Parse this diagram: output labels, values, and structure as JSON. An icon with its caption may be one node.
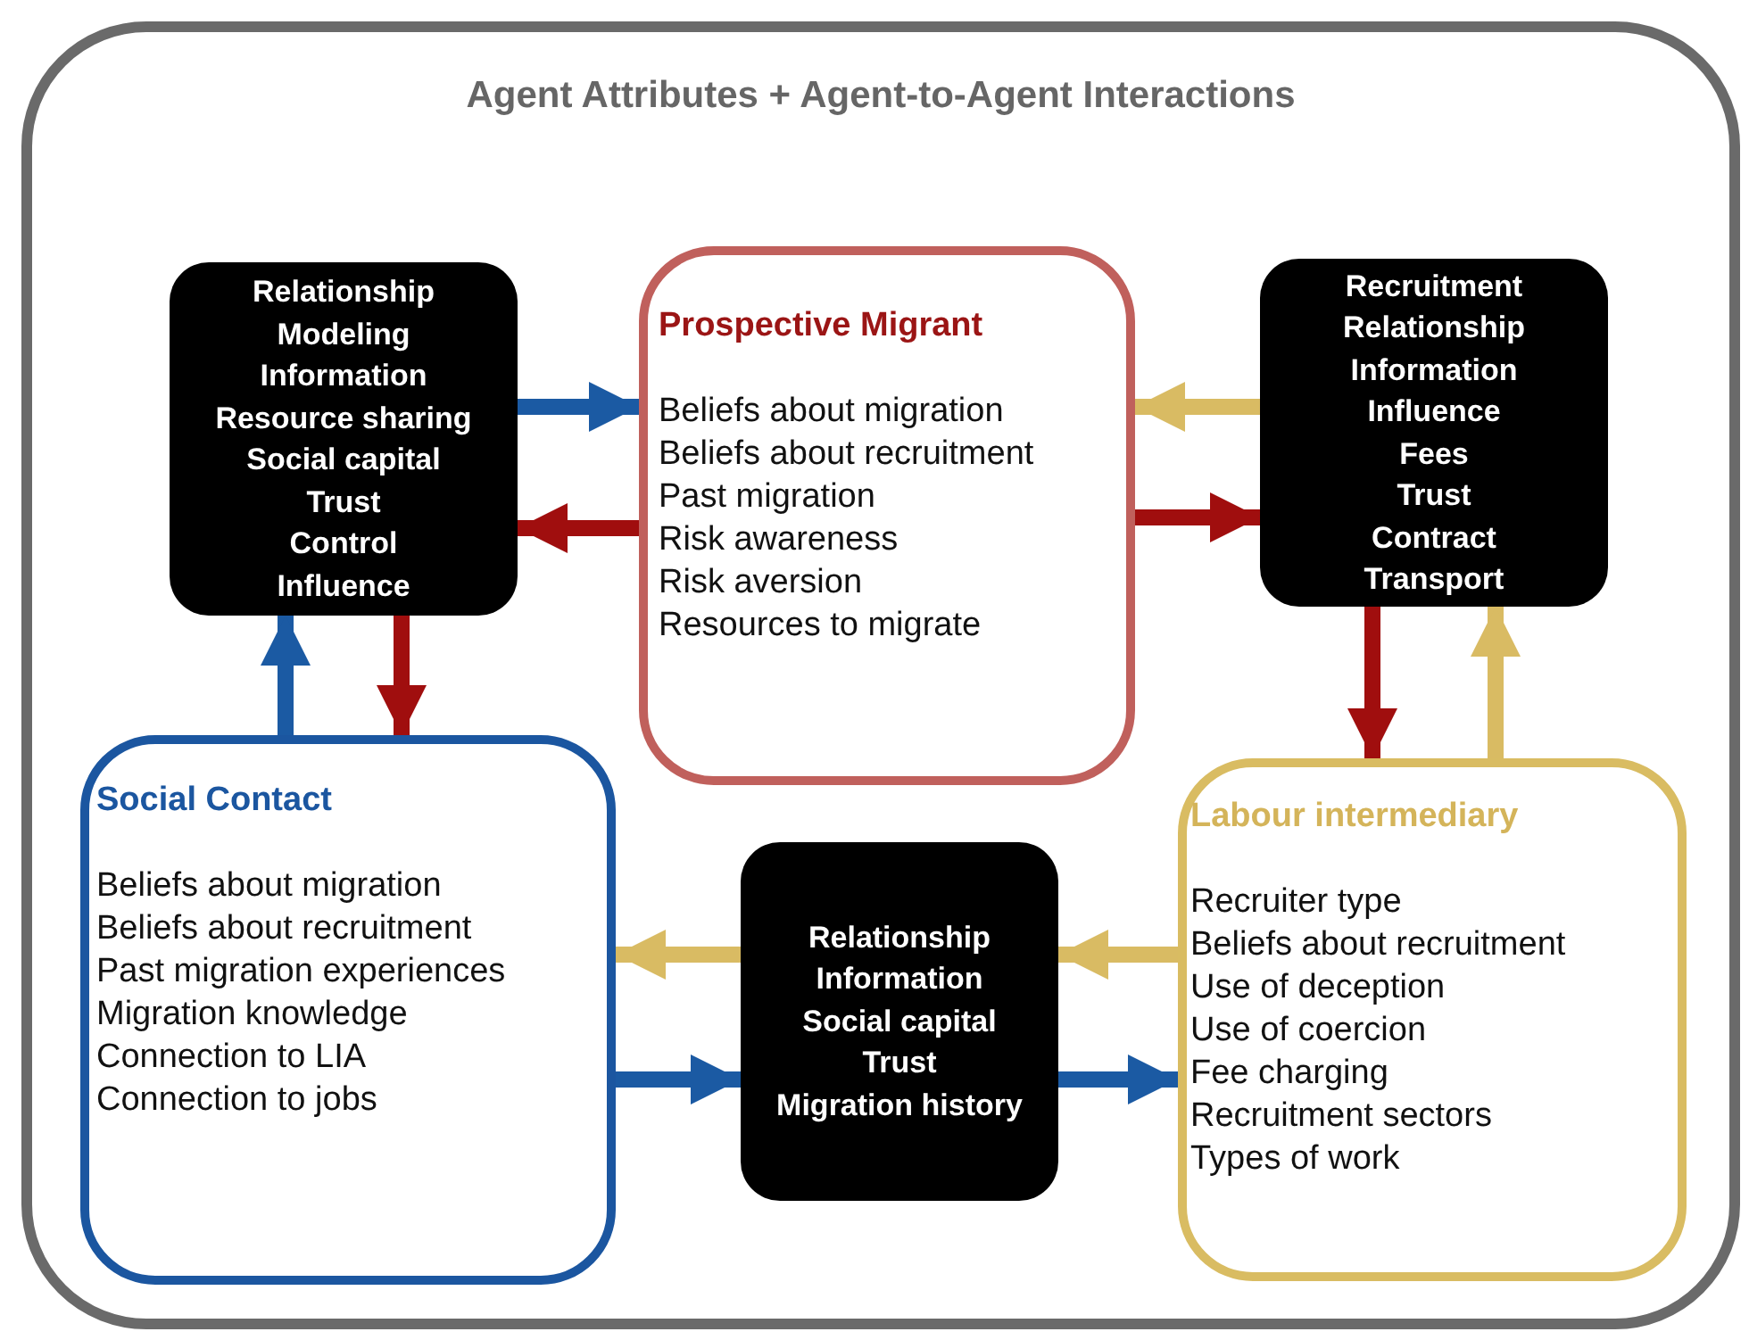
{
  "diagram": {
    "nodes": [
      {
        "text": [
          "Agent Attributes + Agent-to-Agent Interactions"
        ]
      },
      {
        "text": [
          "Relationship",
          "Modeling",
          "Information",
          "Resource sharing",
          "Social capital",
          "Trust",
          "Control",
          "Influence"
        ],
        "in": 0
      },
      {
        "text": [
          "Prospective Migrant",
          "Beliefs about migration",
          "Beliefs about recruitment",
          "Past migration",
          "Risk awareness",
          "Risk aversion",
          "Resources to migrate"
        ],
        "in": 0
      },
      {
        "text": [
          "Recruitment",
          "Relationship",
          "Information",
          "Influence",
          "Fees",
          "Trust",
          "Contract",
          "Transport"
        ],
        "in": 0
      },
      {
        "text": [
          "Social Contact",
          "Beliefs about migration",
          "Beliefs about recruitment",
          "Past migration experiences",
          "Migration knowledge",
          "Connection to LIA",
          "Connection to jobs"
        ],
        "in": 0
      },
      {
        "text": [
          "Relationship",
          "Information",
          "Social capital",
          "Trust",
          "Migration history"
        ],
        "in": 0
      },
      {
        "text": [
          "Labour intermediary",
          "Recruiter type",
          "Beliefs about recruitment",
          "Use of deception",
          "Use of coercion",
          "Fee charging",
          "Recruitment sectors",
          "Types of work"
        ],
        "in": 0
      }
    ],
    "edges": [
      {
        "from": 1,
        "to": 2,
        "arrow": "to",
        "color": "#1b5aa3"
      },
      {
        "from": 2,
        "to": 1,
        "arrow": "to",
        "color": "#a00e0e"
      },
      {
        "from": 3,
        "to": 2,
        "arrow": "to",
        "color": "#d9bb63"
      },
      {
        "from": 2,
        "to": 3,
        "arrow": "to",
        "color": "#a00e0e"
      },
      {
        "from": 4,
        "to": 1,
        "arrow": "to",
        "color": "#1b5aa3"
      },
      {
        "from": 1,
        "to": 4,
        "arrow": "to",
        "color": "#a00e0e"
      },
      {
        "from": 3,
        "to": 6,
        "arrow": "to",
        "color": "#a00e0e"
      },
      {
        "from": 6,
        "to": 3,
        "arrow": "to",
        "color": "#d9bb63"
      },
      {
        "from": 5,
        "to": 4,
        "arrow": "to",
        "color": "#d9bb63"
      },
      {
        "from": 6,
        "to": 5,
        "arrow": "to",
        "color": "#d9bb63"
      },
      {
        "from": 4,
        "to": 5,
        "arrow": "to",
        "color": "#1b5aa3"
      },
      {
        "from": 5,
        "to": 6,
        "arrow": "to",
        "color": "#1b5aa3"
      }
    ]
  }
}
